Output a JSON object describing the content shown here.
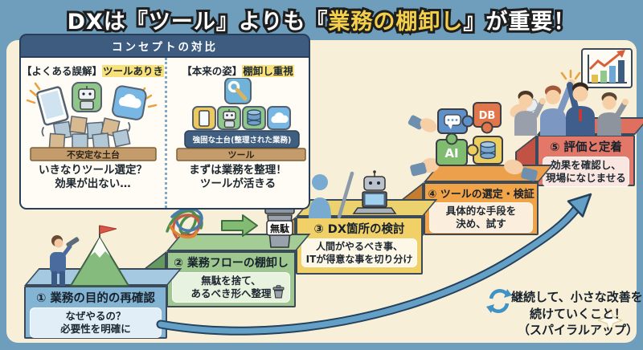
{
  "title": {
    "pre": "DXは『ツール』よりも",
    "open": "『",
    "highlight": "業務の棚卸し",
    "close": "』",
    "post": "が重要！"
  },
  "comparison": {
    "header": "コンセプトの対比",
    "left": {
      "label": "【よくある誤解】",
      "label_highlight": "ツールありき",
      "ground": "不安定な土台",
      "cap1": "いきなりツール選定？",
      "cap2": "効果が出ない…"
    },
    "right": {
      "label": "【本来の姿】",
      "label_highlight": "棚卸し重視",
      "platform": "強固な土台(整理された業務)",
      "ground": "ツール",
      "cap1": "まずは業務を整理！",
      "cap2": "ツールが活きる"
    }
  },
  "steps": [
    {
      "title": "① 業務の目的の再確認",
      "sub1": "なぜやるの？",
      "sub2": "必要性を明確に",
      "band_color": "#84b4d3",
      "light_color": "#e2eef7"
    },
    {
      "title": "② 業務フローの棚卸し",
      "sub1": "無駄を捨て、",
      "sub2": "あるべき形へ整理",
      "band_color": "#9fc890",
      "light_color": "#e7f2df"
    },
    {
      "title": "③ DX箇所の検討",
      "sub1": "人間がやるべき事、",
      "sub2": "ITが得意な事を切り分け",
      "band_color": "#f1d167",
      "light_color": "#fdf7e7"
    },
    {
      "title": "④ ツールの選定・検証",
      "sub1": "具体的な手段を",
      "sub2": "決め、試す",
      "band_color": "#f1a348",
      "light_color": "#fbeedd"
    },
    {
      "title": "⑤ 評価と定着",
      "sub1": "効果を確認し、",
      "sub2": "現場になじませる",
      "band_color": "#e37868",
      "light_color": "#fae6e0"
    }
  ],
  "labels": {
    "waste": "無駄",
    "ai": "AI",
    "db": "DB"
  },
  "spiral": {
    "line1": "継続して、小さな改善を",
    "line2": "続けていくこと！",
    "line3": "（スパイラルアップ）"
  },
  "colors": {
    "background_blue": "#6f9dbc",
    "panel_cream": "#f8efd8",
    "title_highlight_yellow": "#f4cf4a",
    "comparison_header_navy": "#3d5c80",
    "highlight_marker_yellow": "#f8e07a",
    "arrow_blue": "#649fc6",
    "arrow_outline_navy": "#24415e"
  }
}
